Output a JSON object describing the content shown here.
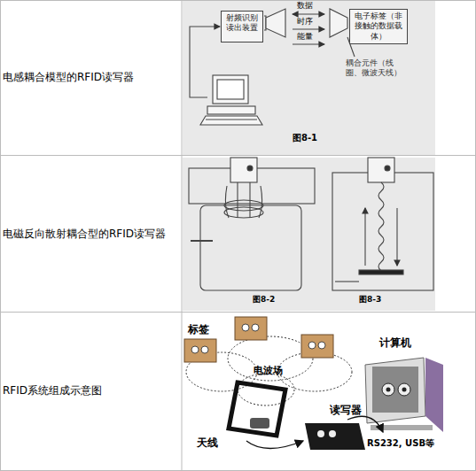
{
  "diagram": {
    "nodes": [
      {
        "text": [
          "射频识别读出装置"
        ]
      },
      {
        "text": [
          "电子标签（非接触的数据载体）"
        ]
      }
    ],
    "labels": [
      "电感耦合模型的RFID读写器",
      "数据",
      "时序",
      "能量",
      "耦合元件（线圈、微波天线）",
      "图8-1",
      "电磁反向散射耦合型的RFID读写器",
      "图8-2",
      "图8-3",
      "RFID系统组成示意图",
      "标签",
      "电波场",
      "计算机",
      "天线",
      "读写器",
      "RS232, USB等"
    ]
  }
}
